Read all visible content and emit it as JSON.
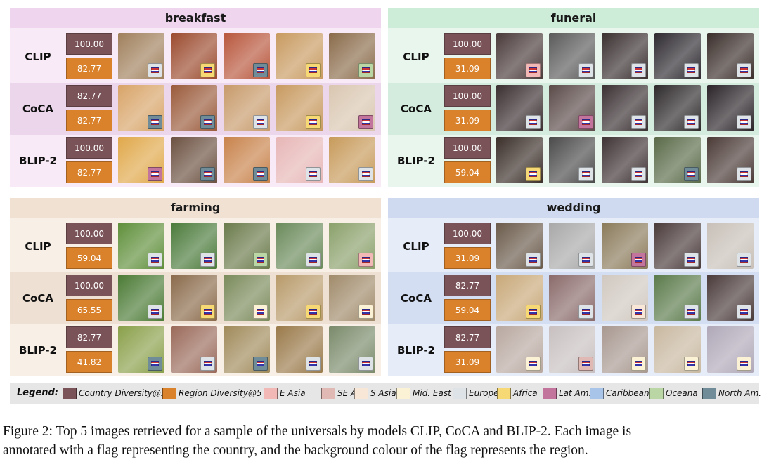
{
  "panels": [
    {
      "title": "breakfast",
      "theme": {
        "title_bg": "#efd5ee",
        "row_bgs": [
          "#f8eaf6",
          "#ecd6eb",
          "#f8eaf6"
        ]
      },
      "rows": [
        {
          "model": "CLIP",
          "country_div": "100.00",
          "region_div": "82.77",
          "images": [
            {
              "tone": "#a0805c",
              "region": "europe"
            },
            {
              "tone": "#9b4a2e",
              "region": "africa"
            },
            {
              "tone": "#b8563c",
              "region": "north_am"
            },
            {
              "tone": "#c89a60",
              "region": "africa"
            },
            {
              "tone": "#8a6b4a",
              "region": "oceania"
            }
          ]
        },
        {
          "model": "CoCA",
          "country_div": "82.77",
          "region_div": "82.77",
          "images": [
            {
              "tone": "#d8a468",
              "region": "north_am"
            },
            {
              "tone": "#9a5a3a",
              "region": "north_am"
            },
            {
              "tone": "#c79a6a",
              "region": "europe"
            },
            {
              "tone": "#c89a60",
              "region": "africa"
            },
            {
              "tone": "#d9c6b0",
              "region": "lat_am"
            }
          ]
        },
        {
          "model": "BLIP-2",
          "country_div": "100.00",
          "region_div": "82.77",
          "images": [
            {
              "tone": "#e0a84a",
              "region": "lat_am"
            },
            {
              "tone": "#6b5040",
              "region": "north_am"
            },
            {
              "tone": "#c8824a",
              "region": "north_am"
            },
            {
              "tone": "#e7b6b6",
              "region": "europe"
            },
            {
              "tone": "#c79a5a",
              "region": "europe"
            }
          ]
        }
      ]
    },
    {
      "title": "funeral",
      "theme": {
        "title_bg": "#cdedd8",
        "row_bgs": [
          "#e9f6ee",
          "#d4ecdd",
          "#e9f6ee"
        ]
      },
      "rows": [
        {
          "model": "CLIP",
          "country_div": "100.00",
          "region_div": "31.09",
          "images": [
            {
              "tone": "#4a3a3a",
              "region": "e_asia"
            },
            {
              "tone": "#5a5a5a",
              "region": "europe"
            },
            {
              "tone": "#3a3030",
              "region": "europe"
            },
            {
              "tone": "#2e2a30",
              "region": "europe"
            },
            {
              "tone": "#3a2e2a",
              "region": "europe"
            }
          ]
        },
        {
          "model": "CoCA",
          "country_div": "100.00",
          "region_div": "31.09",
          "images": [
            {
              "tone": "#3a2e30",
              "region": "europe"
            },
            {
              "tone": "#5a4a48",
              "region": "lat_am"
            },
            {
              "tone": "#3a3032",
              "region": "europe"
            },
            {
              "tone": "#2e2a2c",
              "region": "europe"
            },
            {
              "tone": "#2a2428",
              "region": "europe"
            }
          ]
        },
        {
          "model": "BLIP-2",
          "country_div": "100.00",
          "region_div": "59.04",
          "images": [
            {
              "tone": "#3a2e28",
              "region": "africa"
            },
            {
              "tone": "#4a4a4a",
              "region": "europe"
            },
            {
              "tone": "#3e3234",
              "region": "europe"
            },
            {
              "tone": "#5a6a48",
              "region": "north_am"
            },
            {
              "tone": "#4a3a36",
              "region": "europe"
            }
          ]
        }
      ]
    },
    {
      "title": "farming",
      "theme": {
        "title_bg": "#f1e1d3",
        "row_bgs": [
          "#f8efe6",
          "#eee0d2",
          "#f8efe6"
        ]
      },
      "rows": [
        {
          "model": "CLIP",
          "country_div": "100.00",
          "region_div": "59.04",
          "images": [
            {
              "tone": "#5f8f3a",
              "region": "europe"
            },
            {
              "tone": "#4a7a3a",
              "region": "europe"
            },
            {
              "tone": "#6a7a4a",
              "region": "oceania"
            },
            {
              "tone": "#6a8a5a",
              "region": "europe"
            },
            {
              "tone": "#8aa06a",
              "region": "e_asia"
            }
          ]
        },
        {
          "model": "CoCA",
          "country_div": "100.00",
          "region_div": "65.55",
          "images": [
            {
              "tone": "#4a7a34",
              "region": "europe"
            },
            {
              "tone": "#8a6a4a",
              "region": "africa"
            },
            {
              "tone": "#7a8a5a",
              "region": "mid_east"
            },
            {
              "tone": "#b89a6a",
              "region": "africa"
            },
            {
              "tone": "#a08a6a",
              "region": "mid_east"
            }
          ]
        },
        {
          "model": "BLIP-2",
          "country_div": "82.77",
          "region_div": "41.82",
          "images": [
            {
              "tone": "#8aa04a",
              "region": "north_am"
            },
            {
              "tone": "#9a6a5a",
              "region": "europe"
            },
            {
              "tone": "#a08a5a",
              "region": "north_am"
            },
            {
              "tone": "#9a7a4a",
              "region": "europe"
            },
            {
              "tone": "#7a8a6a",
              "region": "europe"
            }
          ]
        }
      ]
    },
    {
      "title": "wedding",
      "theme": {
        "title_bg": "#cfdaf0",
        "row_bgs": [
          "#e7edf8",
          "#d3def2",
          "#e7edf8"
        ]
      },
      "rows": [
        {
          "model": "CLIP",
          "country_div": "100.00",
          "region_div": "31.09",
          "images": [
            {
              "tone": "#6a5a4a",
              "region": "europe"
            },
            {
              "tone": "#a8a8a8",
              "region": "europe"
            },
            {
              "tone": "#8a7a5a",
              "region": "lat_am"
            },
            {
              "tone": "#4a3a3a",
              "region": "europe"
            },
            {
              "tone": "#c8c0b8",
              "region": "europe"
            }
          ]
        },
        {
          "model": "CoCA",
          "country_div": "82.77",
          "region_div": "59.04",
          "images": [
            {
              "tone": "#c8a878",
              "region": "africa"
            },
            {
              "tone": "#8a6a6a",
              "region": "europe"
            },
            {
              "tone": "#d0c8c0",
              "region": "s_asia"
            },
            {
              "tone": "#5a7a4a",
              "region": "europe"
            },
            {
              "tone": "#4a3a3a",
              "region": "europe"
            }
          ]
        },
        {
          "model": "BLIP-2",
          "country_div": "82.77",
          "region_div": "31.09",
          "images": [
            {
              "tone": "#b8a8a0",
              "region": "mid_east"
            },
            {
              "tone": "#c8c0c0",
              "region": "se_asia"
            },
            {
              "tone": "#a89890",
              "region": "mid_east"
            },
            {
              "tone": "#c8b8a0",
              "region": "mid_east"
            },
            {
              "tone": "#b0a8b8",
              "region": "mid_east"
            }
          ]
        }
      ]
    }
  ],
  "region_colors": {
    "e_asia": "#f2b8b5",
    "se_asia": "#e0b9b4",
    "s_asia": "#f8e6d6",
    "mid_east": "#fbf2d6",
    "europe": "#dde3e6",
    "africa": "#f6d874",
    "lat_am": "#c3749c",
    "caribbean": "#a9c4e9",
    "oceania": "#b9d6a4",
    "north_am": "#6f8c98"
  },
  "legend": {
    "title": "Legend:",
    "items": [
      {
        "label": "Country Diversity@5",
        "color": "#7a5358"
      },
      {
        "label": "Region Diversity@5",
        "color": "#d9822b"
      },
      {
        "label": "E Asia",
        "color": "#f2b8b5"
      },
      {
        "label": "SE Asia",
        "color": "#e0b9b4"
      },
      {
        "label": "S Asia",
        "color": "#f8e6d6"
      },
      {
        "label": "Mid. East",
        "color": "#fbf2d6"
      },
      {
        "label": "Europe",
        "color": "#dde3e6"
      },
      {
        "label": "Africa",
        "color": "#f6d874"
      },
      {
        "label": "Lat Am.",
        "color": "#c3749c"
      },
      {
        "label": "Caribbean",
        "color": "#a9c4e9"
      },
      {
        "label": "Oceana",
        "color": "#b9d6a4"
      },
      {
        "label": "North Am.",
        "color": "#6f8c98"
      }
    ]
  },
  "caption": {
    "line1": "Figure 2: Top 5 images retrieved for a sample of the universals by models CLIP, CoCA and BLIP-2. Each image is",
    "line2": "annotated with a flag representing the country, and the background colour of the flag represents the region."
  }
}
